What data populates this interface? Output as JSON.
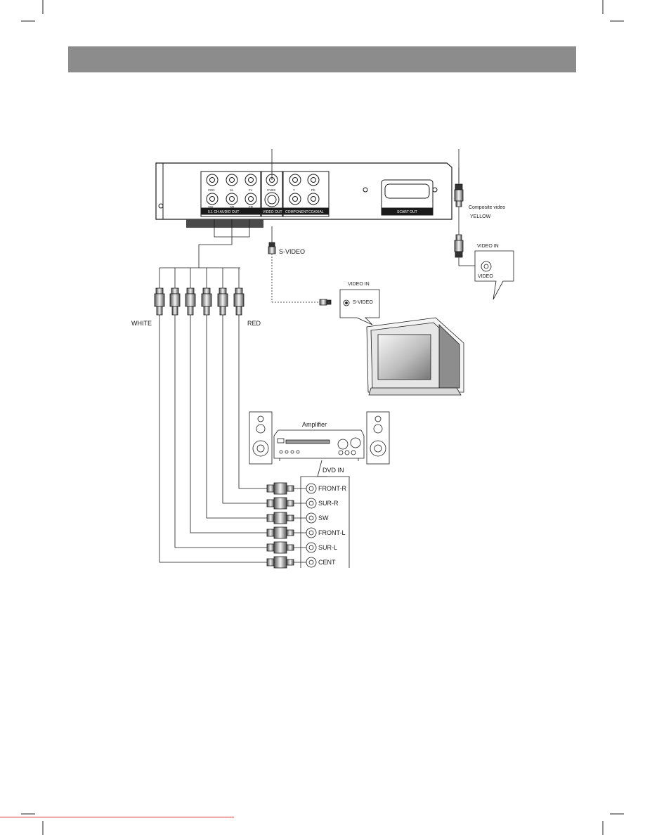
{
  "panel": {
    "audio_out_label": "5.1 CH AUDIO OUT",
    "video_out_label": "VIDEO OUT",
    "component_label": "COMPONENT",
    "coaxial_label": "COAXIAL",
    "scart_out_label": "SCART OUT"
  },
  "cables": {
    "composite_label": "Composite video",
    "yellow_label": "YELLOW",
    "svideo_label": "S-VIDEO",
    "white_label": "WHITE",
    "red_label": "RED"
  },
  "tv": {
    "video_in_label": "VIDEO IN",
    "svideo_jack_label": "S-VIDEO",
    "composite_video_in_label": "VIDEO IN",
    "composite_jack_label": "VIDEO"
  },
  "amplifier": {
    "title": "Amplifier",
    "dvd_in_label": "DVD IN",
    "inputs": [
      "FRONT-R",
      "SUR-R",
      "SW",
      "FRONT-L",
      "SUR-L",
      "CENT"
    ]
  },
  "colors": {
    "header": "#8c8c8c",
    "line": "#1a1a1a",
    "trim": "#e03030"
  }
}
